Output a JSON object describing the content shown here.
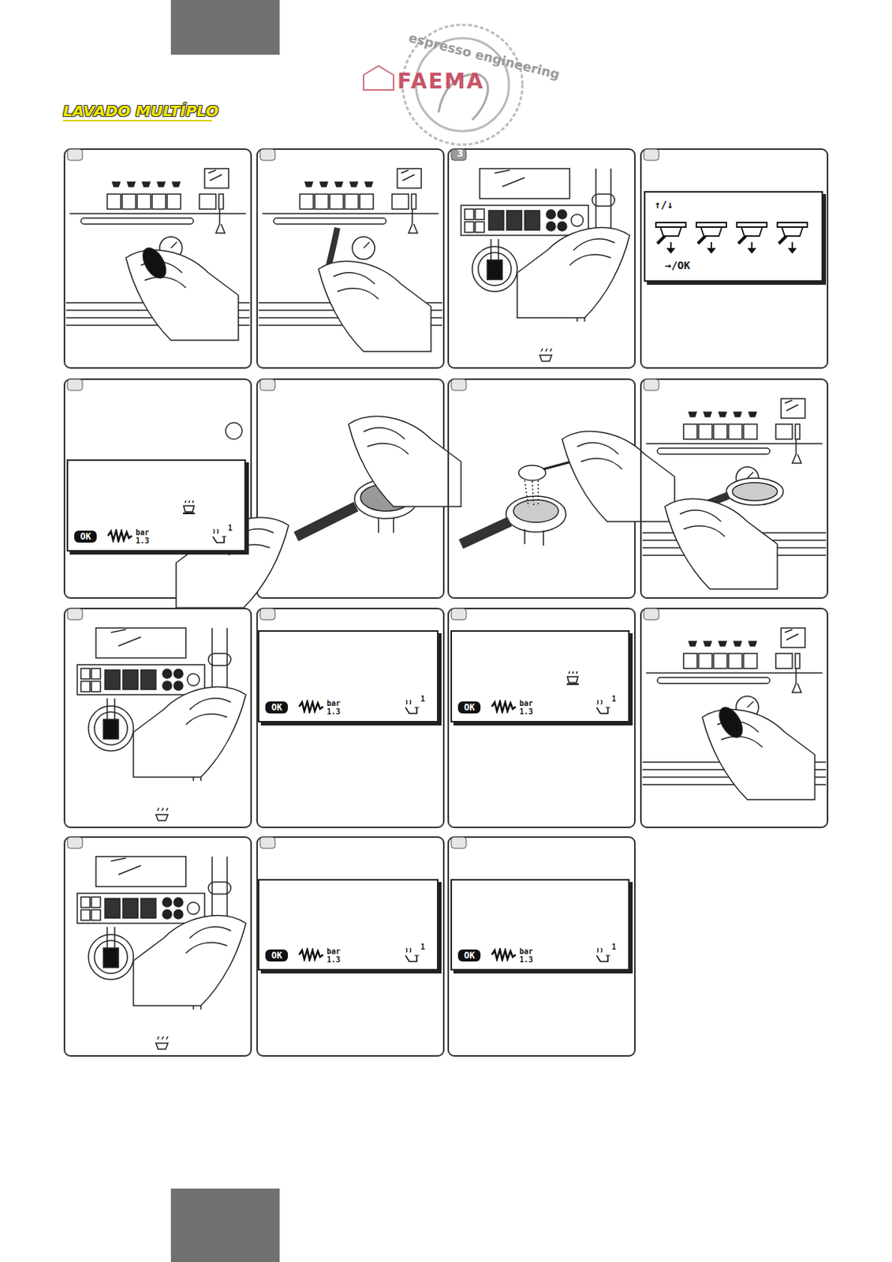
{
  "diagram": {
    "title": "LAVADO MULTÍPLO",
    "nodes": [
      {
        "text": [
          "↑/↓",
          "→/OK"
        ]
      },
      {
        "text": [
          "OK",
          "bar 1.3",
          "1"
        ]
      },
      {
        "text": [
          "OK",
          "bar 1.3",
          "1"
        ]
      },
      {
        "text": [
          "OK",
          "bar 1.3",
          "1"
        ]
      },
      {
        "text": [
          "OK",
          "bar 1.3",
          "1"
        ]
      },
      {
        "text": [
          "OK",
          "bar 1.3",
          "1"
        ]
      }
    ],
    "labels": [
      "espresso engineering",
      "FAEMA",
      "3"
    ]
  }
}
